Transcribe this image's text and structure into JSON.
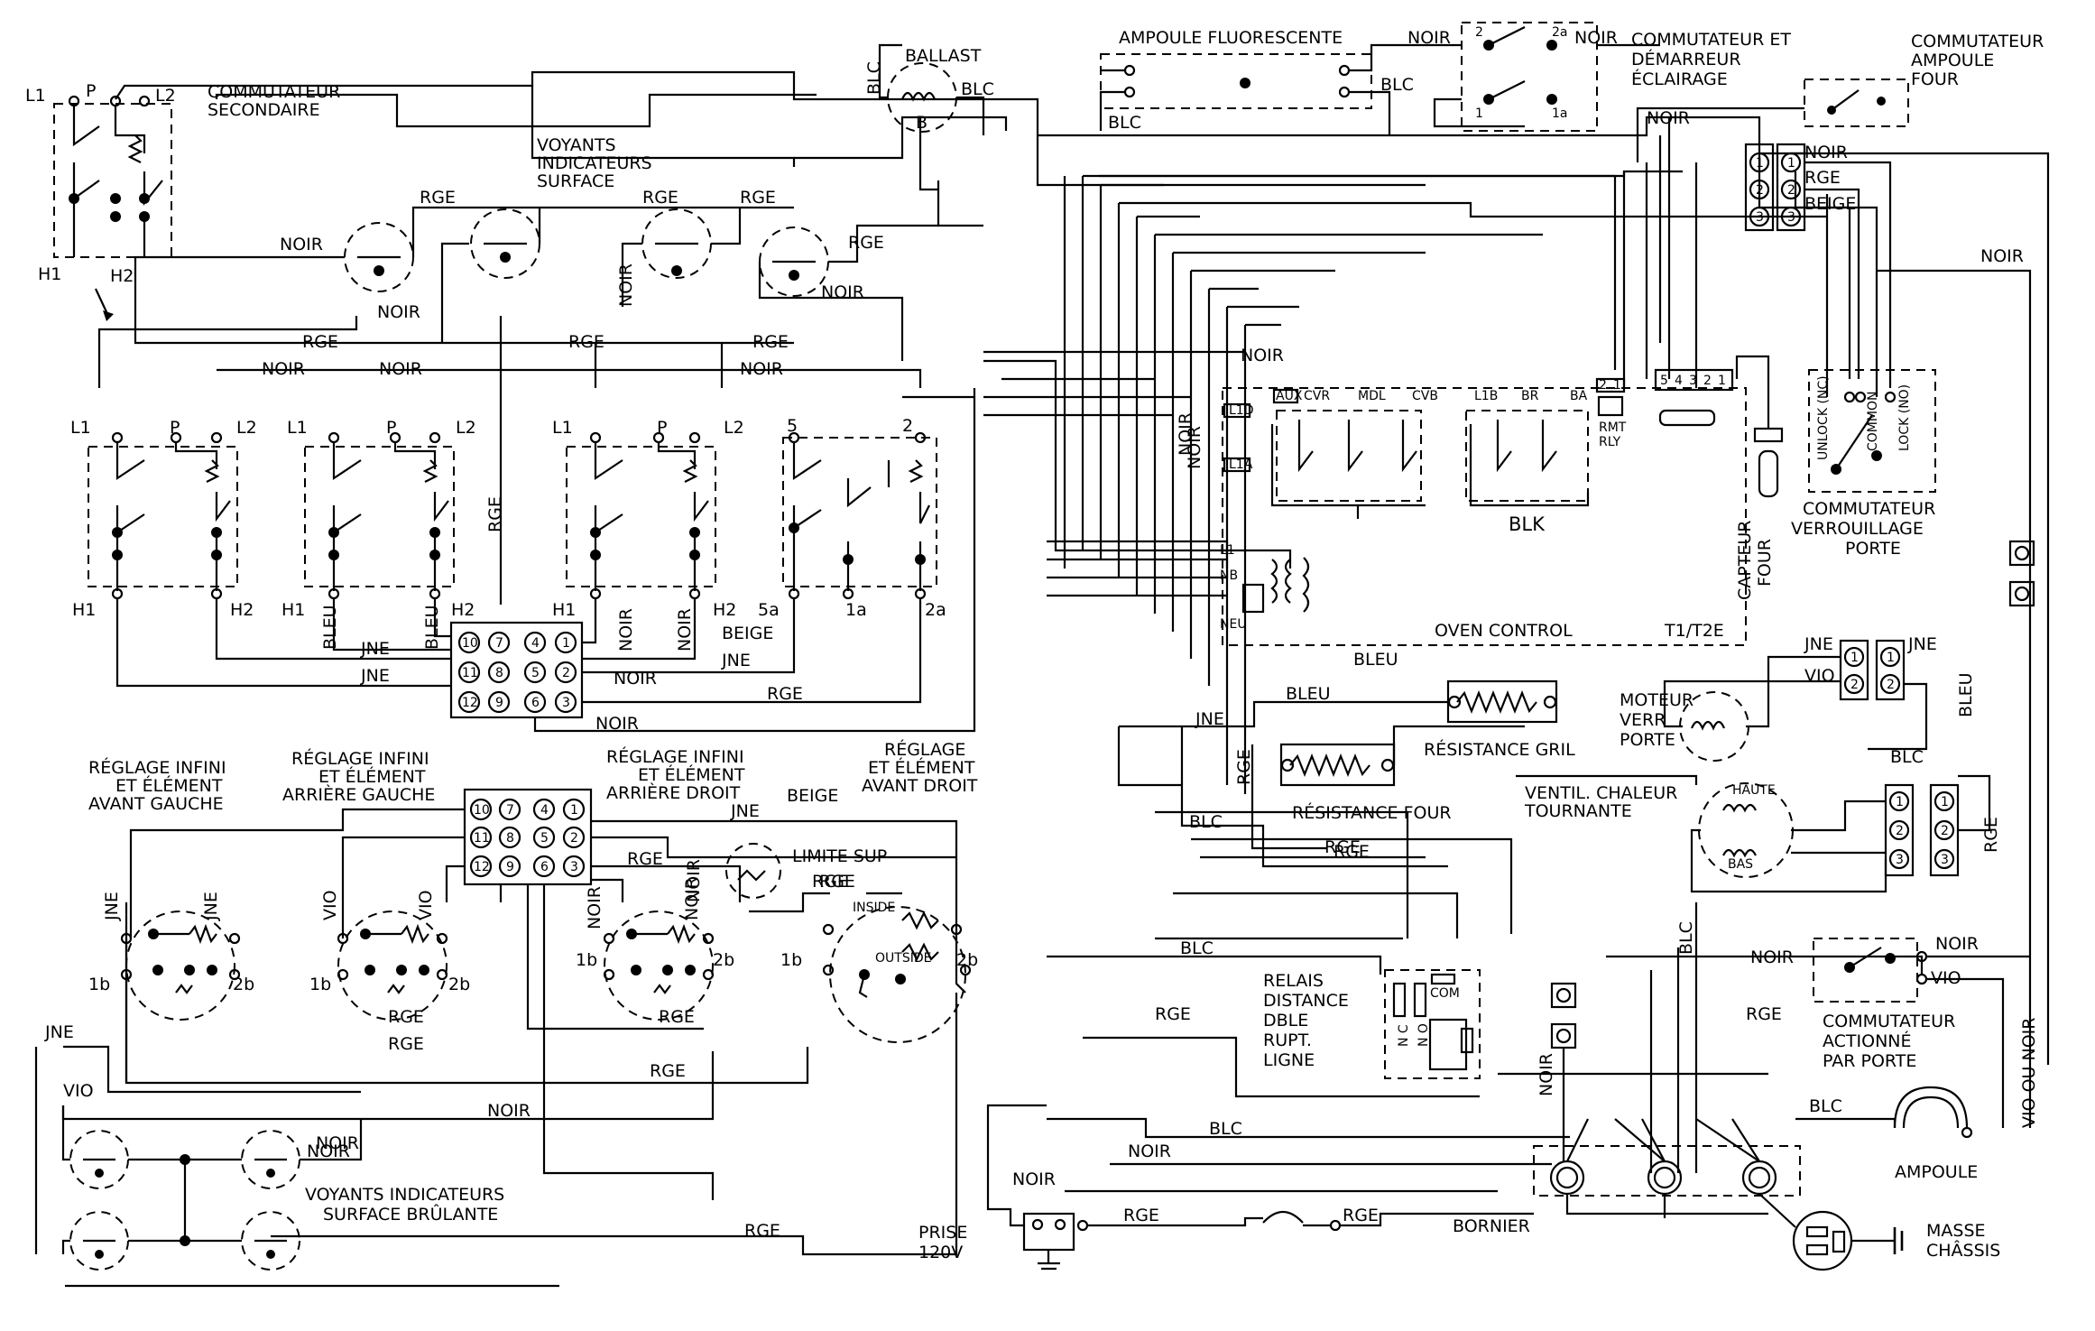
{
  "labels": {
    "L1": "L1",
    "P": "P",
    "L2": "L2",
    "H1": "H1",
    "H2": "H2",
    "S5": "5",
    "S2": "2",
    "S5a": "5a",
    "S1a": "1a",
    "S2a": "2a",
    "B1b": "1b",
    "B2b": "2b",
    "c1": "1",
    "c2": "2",
    "c3": "3",
    "c4": "4",
    "c5": "5",
    "c6": "6",
    "c7": "7",
    "c8": "8",
    "c9": "9",
    "c10": "10",
    "c11": "11",
    "c12": "12"
  },
  "colors": {
    "noir": "NOIR",
    "rge": "RGE",
    "jne": "JNE",
    "bleu": "BLEU",
    "beige": "BEIGE",
    "blc": "BLC",
    "vio": "VIO",
    "vio_ou_noir": "VIO OU NOIR"
  },
  "components": {
    "commutateur_secondaire": [
      "COMMUTATEUR",
      "SECONDAIRE"
    ],
    "voyants_surface": [
      "VOYANTS",
      "INDICATEURS",
      "SURFACE"
    ],
    "ballast": "BALLAST",
    "ampoule_fluo": "AMPOULE FLUORESCENTE",
    "comm_demarreur": [
      "COMMUTATEUR ET",
      "DÉMARREUR",
      "ÉCLAIRAGE"
    ],
    "comm_ampoule_four": [
      "COMMUTATEUR",
      "AMPOULE",
      "FOUR"
    ],
    "oven_control": "OVEN CONTROL",
    "t1t2e": "T1/T2E",
    "capteur_four": [
      "CAPTEUR",
      "FOUR"
    ],
    "blk": "BLK",
    "comm_verrouillage": [
      "COMMUTATEUR",
      "VERROUILLAGE",
      "PORTE"
    ],
    "unlock": "UNLOCK (NC)",
    "common": "COMMON",
    "lock": "LOCK (NO)",
    "moteur_verr": [
      "MOTEUR",
      "VERR",
      "PORTE"
    ],
    "resistance_gril": "RÉSISTANCE GRIL",
    "resistance_four": "RÉSISTANCE FOUR",
    "ventil": [
      "VENTIL. CHALEUR",
      "TOURNANTE"
    ],
    "haute": "HAUTE",
    "bas": "BAS",
    "relais": [
      "RELAIS",
      "DISTANCE",
      "DBLE",
      "RUPT.",
      "LIGNE"
    ],
    "nc": "N C",
    "no": "N O",
    "com": "COM",
    "comm_porte": [
      "COMMUTATEUR",
      "ACTIONNÉ",
      "PAR PORTE"
    ],
    "ampoule": "AMPOULE",
    "bornier": "BORNIER",
    "masse": [
      "MASSE",
      "CHÂSSIS"
    ],
    "prise": [
      "PRISE",
      "120V"
    ],
    "reg_avg": [
      "RÉGLAGE INFINI",
      "ET ÉLÉMENT",
      "AVANT GAUCHE"
    ],
    "reg_arg": [
      "RÉGLAGE INFINI",
      "ET ÉLÉMENT",
      "ARRIÈRE GAUCHE"
    ],
    "reg_ard": [
      "RÉGLAGE INFINI",
      "ET ÉLÉMENT",
      "ARRIÈRE DROIT"
    ],
    "reg_avd": [
      "RÉGLAGE",
      "ET ÉLÉMENT",
      "AVANT DROIT"
    ],
    "limite_sup": "LIMITE SUP",
    "inside": "INSIDE",
    "outside": "OUTSIDE",
    "voyants_brulante": [
      "VOYANTS INDICATEURS",
      "SURFACE BRÛLANTE"
    ]
  },
  "oven_pins": {
    "l1d": "L1D",
    "l1a": "L1A",
    "aux": "AUX",
    "cvr": "CVR",
    "mdl": "MDL",
    "cvb": "CVB",
    "l1b": "L1B",
    "br": "BR",
    "ba": "BA",
    "rmt": "RMT",
    "rly": "RLY",
    "l1": "L1",
    "nb": "NB",
    "neu": "NEU",
    "t1": "1",
    "t2": "2",
    "t3": "3",
    "t4": "4",
    "t5": "5"
  },
  "plug_numbers": [
    "1",
    "2",
    "3"
  ]
}
